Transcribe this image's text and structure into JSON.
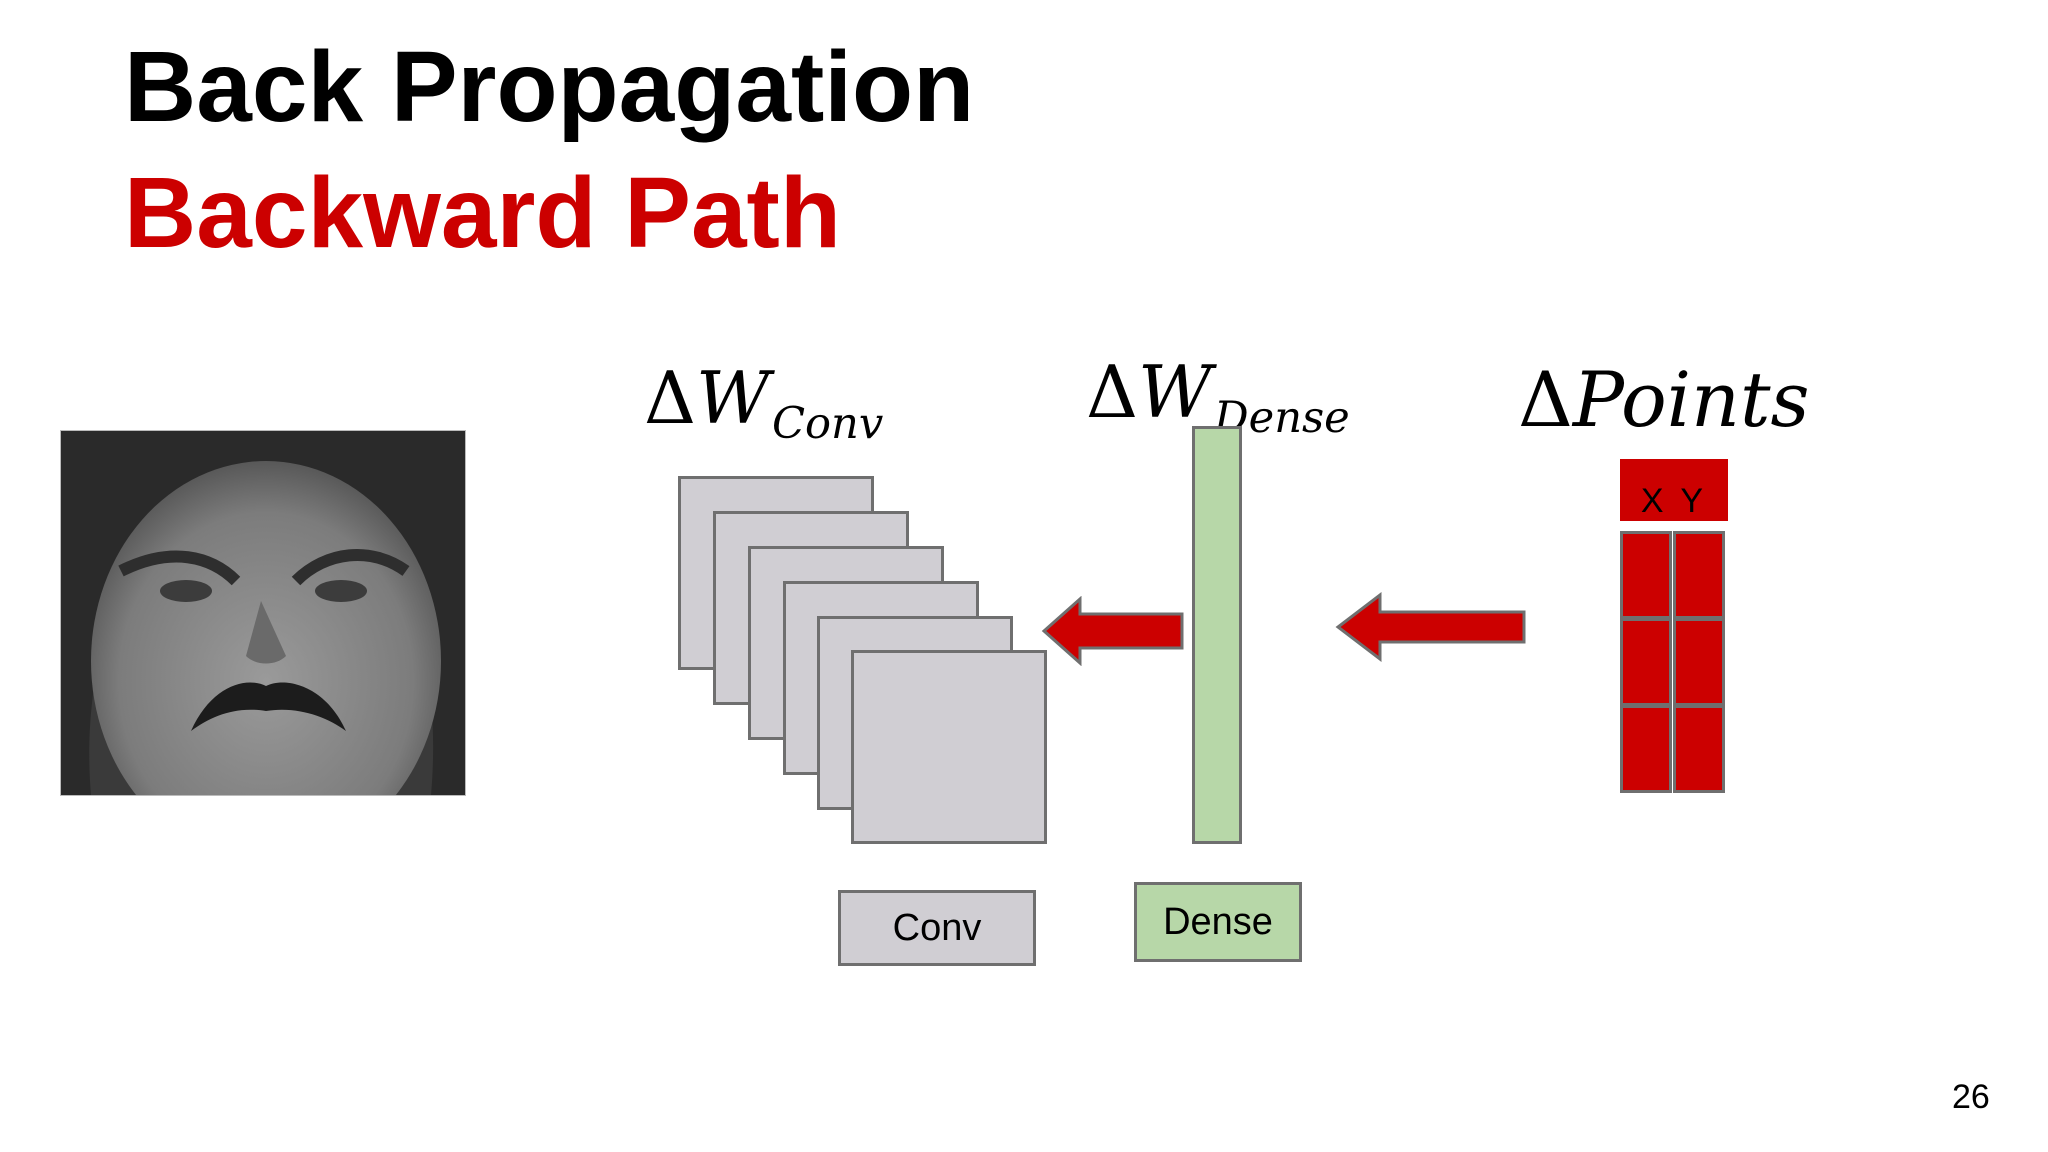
{
  "slide": {
    "title": "Back Propagation",
    "subtitle": "Backward Path",
    "page_number": "26"
  },
  "labels": {
    "delta_w_conv": {
      "delta": "Δ",
      "var": "W",
      "sub": "Conv"
    },
    "delta_w_dense": {
      "delta": "Δ",
      "var": "W",
      "sub": "Dense"
    },
    "delta_points": {
      "delta": "Δ",
      "var": "Points"
    }
  },
  "layers": {
    "conv_label": "Conv",
    "dense_label": "Dense",
    "output_header": "X Y"
  },
  "colors": {
    "accent_red": "#cc0000",
    "conv_fill": "#d0ced3",
    "dense_fill": "#b7d7a8",
    "border": "#6f6f6f"
  },
  "icons": {
    "input_image": "grayscale-face-photo",
    "arrow": "left-arrow-icon"
  }
}
